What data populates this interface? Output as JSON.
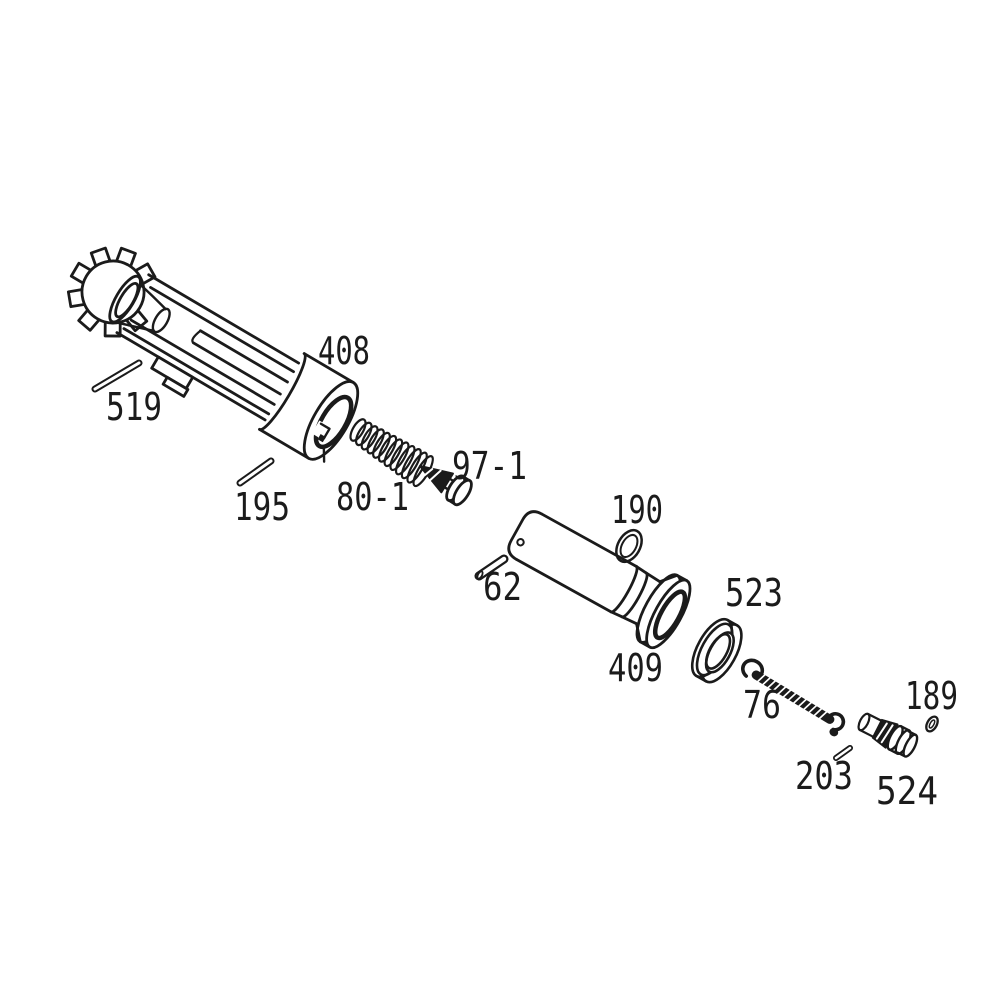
{
  "diagram": {
    "kind": "exploded-parts-diagram",
    "background_color": "#ffffff",
    "line_color": "#1b1b1b",
    "parts": [
      {
        "label": "408",
        "shape": "nozzle-body"
      },
      {
        "label": "519",
        "shape": "pin"
      },
      {
        "label": "195",
        "shape": "pin"
      },
      {
        "label": "80-1",
        "shape": "coil-spring"
      },
      {
        "label": "97-1",
        "shape": "floating-valve"
      },
      {
        "label": "190",
        "shape": "o-ring"
      },
      {
        "label": "62",
        "shape": "pin"
      },
      {
        "label": "523",
        "shape": "piston-ring"
      },
      {
        "label": "409",
        "shape": "cylinder"
      },
      {
        "label": "76",
        "shape": "hook-spring"
      },
      {
        "label": "189",
        "shape": "o-ring"
      },
      {
        "label": "203",
        "shape": "pin"
      },
      {
        "label": "524",
        "shape": "valve"
      }
    ]
  }
}
